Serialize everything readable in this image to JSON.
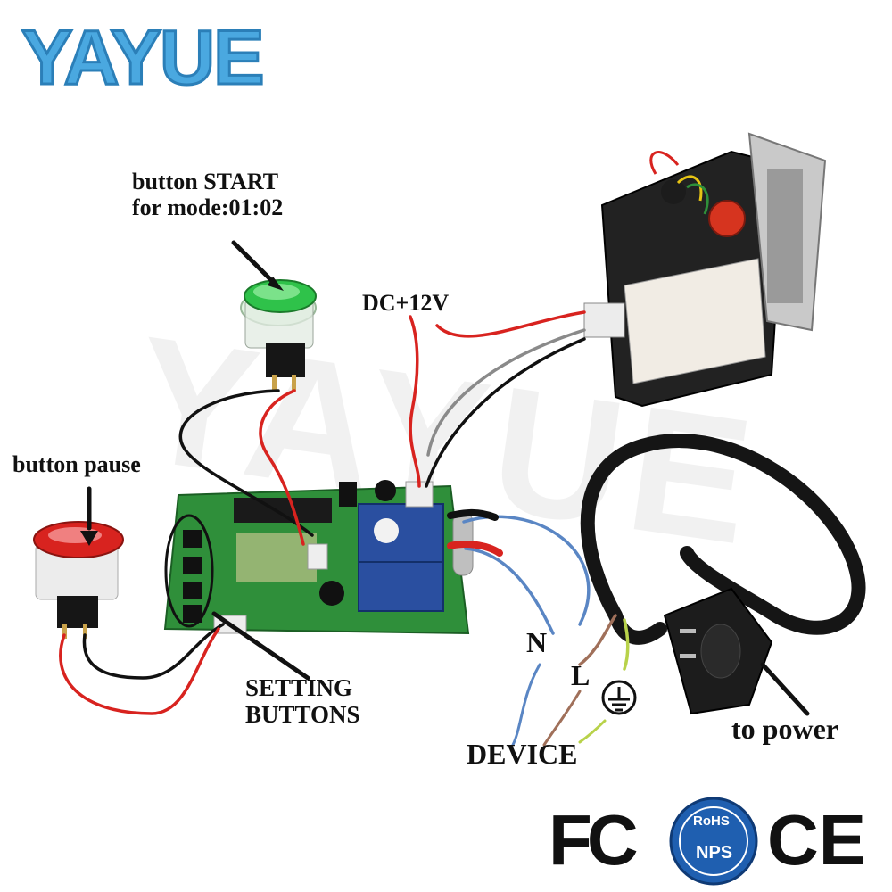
{
  "brand": {
    "logo_text": "YAYUE",
    "watermark": "YAYUE"
  },
  "labels": {
    "button_start_line1": "button START",
    "button_start_line2": "for mode:01:02",
    "dc_voltage": "DC+12V",
    "button_pause": "button pause",
    "setting_line1": "SETTING",
    "setting_line2": "BUTTONS",
    "neutral": "N",
    "live": "L",
    "device": "DEVICE",
    "to_power": "to power",
    "earth_symbol": "⏚"
  },
  "certifications": {
    "fc": "FC",
    "rohs_top": "RoHS",
    "rohs_bottom": "NPS",
    "ce": "CE"
  },
  "colors": {
    "logo_blue": "#4aa8e0",
    "logo_orange": "#f2a23a",
    "pcb_green": "#2f8f3a",
    "relay_blue": "#2a4fa0",
    "wire_red": "#d8231f",
    "wire_black": "#111111",
    "wire_gray": "#8a8a8a",
    "wire_blue": "#5a86c4",
    "wire_brown": "#a0705a",
    "wire_green": "#b8d24a"
  }
}
